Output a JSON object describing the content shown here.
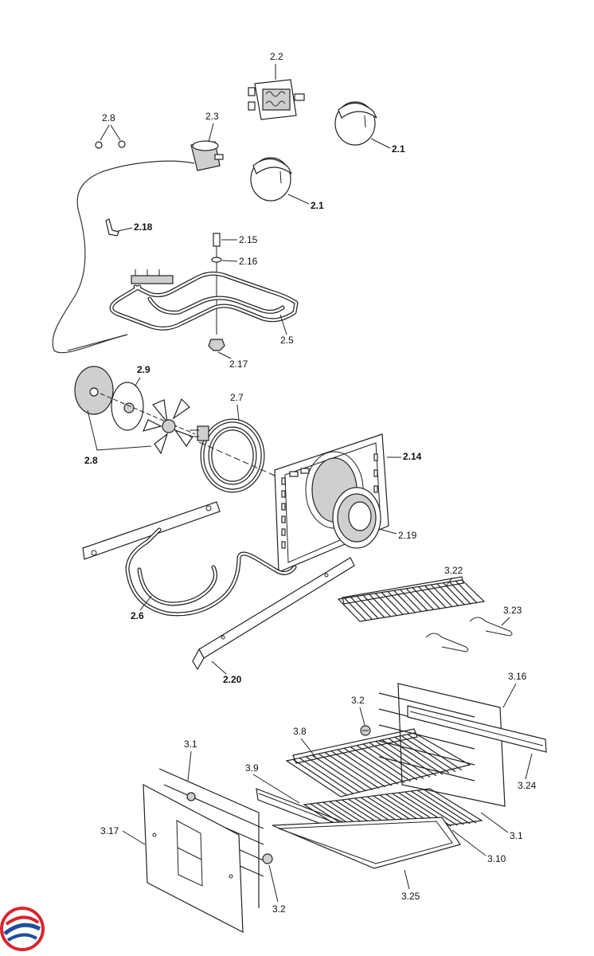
{
  "diagram": {
    "labels": {
      "l_2_2": "2.2",
      "l_2_1a": "2.1",
      "l_2_1b": "2.1",
      "l_2_8a": "2.8",
      "l_2_3": "2.3",
      "l_2_18": "2.18",
      "l_2_15": "2.15",
      "l_2_16": "2.16",
      "l_2_5": "2.5",
      "l_2_17": "2.17",
      "l_2_9": "2.9",
      "l_2_7": "2.7",
      "l_2_8b": "2.8",
      "l_2_14": "2.14",
      "l_2_19": "2.19",
      "l_2_6": "2.6",
      "l_2_20": "2.20",
      "l_3_22": "3.22",
      "l_3_23": "3.23",
      "l_3_16": "3.16",
      "l_3_2a": "3.2",
      "l_3_8": "3.8",
      "l_3_1a": "3.1",
      "l_3_9": "3.9",
      "l_3_24": "3.24",
      "l_3_17": "3.17",
      "l_3_1b": "3.1",
      "l_3_10": "3.10",
      "l_3_2b": "3.2",
      "l_3_25": "3.25"
    },
    "colors": {
      "line": "#222222",
      "part_fill": "#ffffff",
      "shade": "#cfcfcf",
      "logo_red": "#d7262e",
      "logo_blue": "#1d4f9c"
    },
    "logo_icon": "brand-swirl-logo"
  }
}
